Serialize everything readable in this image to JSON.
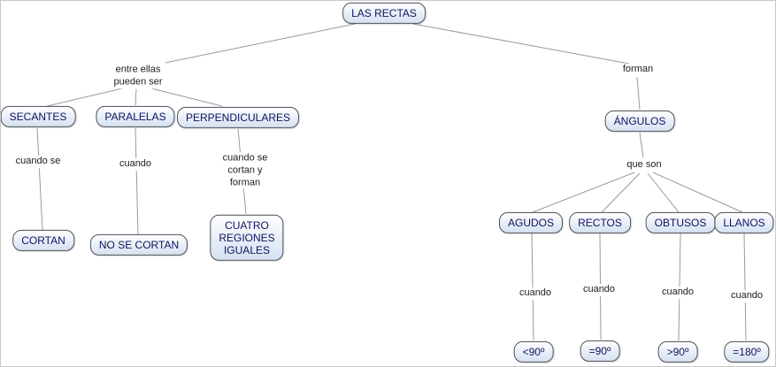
{
  "title": "LAS RECTAS",
  "colors": {
    "background": "#ffffff",
    "node_fill": "#e4ecf7",
    "node_border": "#4a4f5a",
    "node_text": "#12125f",
    "link_text": "#1d1d1d",
    "line": "#9a9a9a"
  },
  "nodes": {
    "las_rectas": "LAS RECTAS",
    "secantes": "SECANTES",
    "paralelas": "PARALELAS",
    "perpendiculares": "PERPENDICULARES",
    "cortan": "CORTAN",
    "no_se_cortan": "NO SE CORTAN",
    "cuatro_regiones": "CUATRO\nREGIONES\nIGUALES",
    "angulos": "ÁNGULOS",
    "agudos": "AGUDOS",
    "rectos": "RECTOS",
    "obtusos": "OBTUSOS",
    "llanos": "LLANOS",
    "menor_90": "<90º",
    "igual_90": "=90º",
    "mayor_90": ">90º",
    "igual_180": "=180º"
  },
  "links": {
    "entre_ellas": "entre ellas\npueden ser",
    "forman": "forman",
    "cuando_se": "cuando se",
    "cuando_paralelas": "cuando",
    "cuando_se_cortan": "cuando se\ncortan y\nforman",
    "que_son": "que son",
    "cuando_agudos": "cuando",
    "cuando_rectos": "cuando",
    "cuando_obtusos": "cuando",
    "cuando_llanos": "cuando"
  }
}
